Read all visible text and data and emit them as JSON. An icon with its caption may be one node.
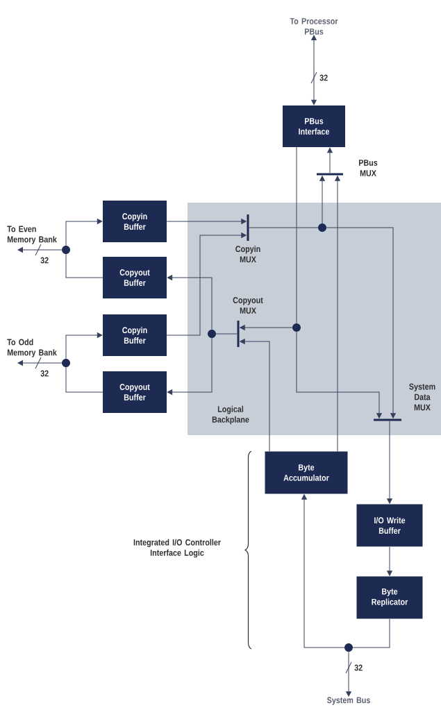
{
  "diagram": {
    "nodes": [
      {
        "text": [
          "To Processor PBus"
        ]
      },
      {
        "text": [
          "PBus Interface"
        ]
      },
      {
        "text": [],
        "shape": "bar",
        "beside": [
          "PBus MUX"
        ]
      },
      {
        "text": [
          "To Even Memory Bank"
        ]
      },
      {
        "text": [
          "Copyin Buffer"
        ]
      },
      {
        "text": [
          "Logical Backplane"
        ]
      },
      {
        "text": [],
        "shape": "circle",
        "in": 5
      },
      {
        "text": [],
        "shape": "bar",
        "beside": [
          "Copyin MUX"
        ],
        "in": 5
      },
      {
        "text": [],
        "shape": "circle"
      },
      {
        "text": [
          "Copyout Buffer"
        ]
      },
      {
        "text": [],
        "shape": "bar",
        "beside": [
          "Copyout MUX"
        ],
        "in": 5
      },
      {
        "text": [],
        "shape": "circle",
        "in": 5
      },
      {
        "text": [
          "To Odd Memory Bank"
        ]
      },
      {
        "text": [
          "Copyin Buffer"
        ]
      },
      {
        "text": [],
        "shape": "circle",
        "in": 5
      },
      {
        "text": [],
        "shape": "circle"
      },
      {
        "text": [
          "Copyout Buffer"
        ]
      },
      {
        "text": [],
        "shape": "bar",
        "beside": [
          "System Data MUX"
        ],
        "in": 5
      },
      {
        "text": [
          "Byte Accumulator"
        ]
      },
      {
        "text": [
          "I/O Write Buffer"
        ]
      },
      {
        "text": [
          "Byte Replicator"
        ]
      },
      {
        "text": [],
        "shape": "circle"
      },
      {
        "text": [
          "System Bus"
        ]
      }
    ],
    "edges": [
      {
        "from": 1,
        "to": 0,
        "arrow": "both",
        "label": "32"
      },
      {
        "from": 2,
        "to": 1,
        "arrow": "to"
      },
      {
        "from": 6,
        "to": 2,
        "arrow": "to"
      },
      {
        "from": 18,
        "to": 2,
        "arrow": "to"
      },
      {
        "from": 1,
        "to": 11,
        "arrow": "none"
      },
      {
        "from": 11,
        "to": 10,
        "arrow": "to"
      },
      {
        "from": 11,
        "to": 17,
        "arrow": "to"
      },
      {
        "from": 4,
        "to": 7,
        "arrow": "to"
      },
      {
        "from": 13,
        "to": 7,
        "arrow": "to"
      },
      {
        "from": 7,
        "to": 6,
        "arrow": "none"
      },
      {
        "from": 6,
        "to": 17,
        "arrow": "to"
      },
      {
        "from": 10,
        "to": 14,
        "arrow": "none"
      },
      {
        "from": 14,
        "to": 9,
        "arrow": "to"
      },
      {
        "from": 14,
        "to": 16,
        "arrow": "to"
      },
      {
        "from": 18,
        "to": 10,
        "arrow": "to"
      },
      {
        "from": 17,
        "to": 19,
        "arrow": "to"
      },
      {
        "from": 19,
        "to": 20,
        "arrow": "to"
      },
      {
        "from": 20,
        "to": 21,
        "arrow": "none"
      },
      {
        "from": 21,
        "to": 18,
        "arrow": "to"
      },
      {
        "from": 21,
        "to": 22,
        "arrow": "to",
        "label": "32"
      },
      {
        "from": 8,
        "to": 4,
        "arrow": "to"
      },
      {
        "from": 9,
        "to": 8,
        "arrow": "none"
      },
      {
        "from": 8,
        "to": 3,
        "arrow": "to",
        "label": "32"
      },
      {
        "from": 15,
        "to": 13,
        "arrow": "to"
      },
      {
        "from": 16,
        "to": 15,
        "arrow": "none"
      },
      {
        "from": 15,
        "to": 12,
        "arrow": "to",
        "label": "32"
      }
    ],
    "labels": [
      "Integrated I/O Controller Interface Logic"
    ]
  }
}
